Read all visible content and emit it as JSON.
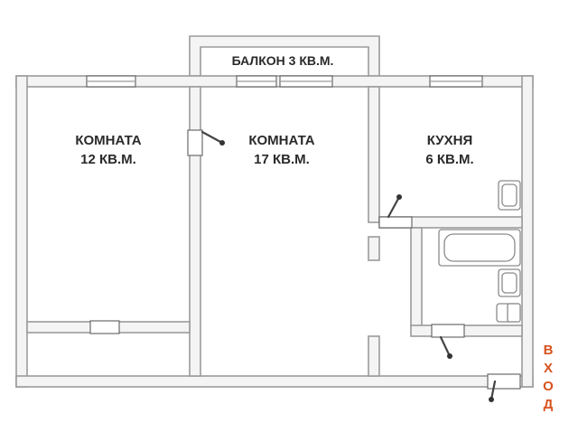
{
  "plan": {
    "balcony": {
      "label": "БАЛКОН 3 КВ.М."
    },
    "rooms": [
      {
        "name": "КОМНАТА",
        "area": "12 КВ.М."
      },
      {
        "name": "КОМНАТА",
        "area": "17 КВ.М."
      },
      {
        "name": "КУХНЯ",
        "area": "6 КВ.М."
      }
    ],
    "entrance": {
      "letters": [
        "В",
        "Х",
        "О",
        "Д"
      ]
    },
    "colors": {
      "wall": "#9b9b9b",
      "wall_fill": "#f4f4f4",
      "entrance": "#d8531f"
    }
  }
}
